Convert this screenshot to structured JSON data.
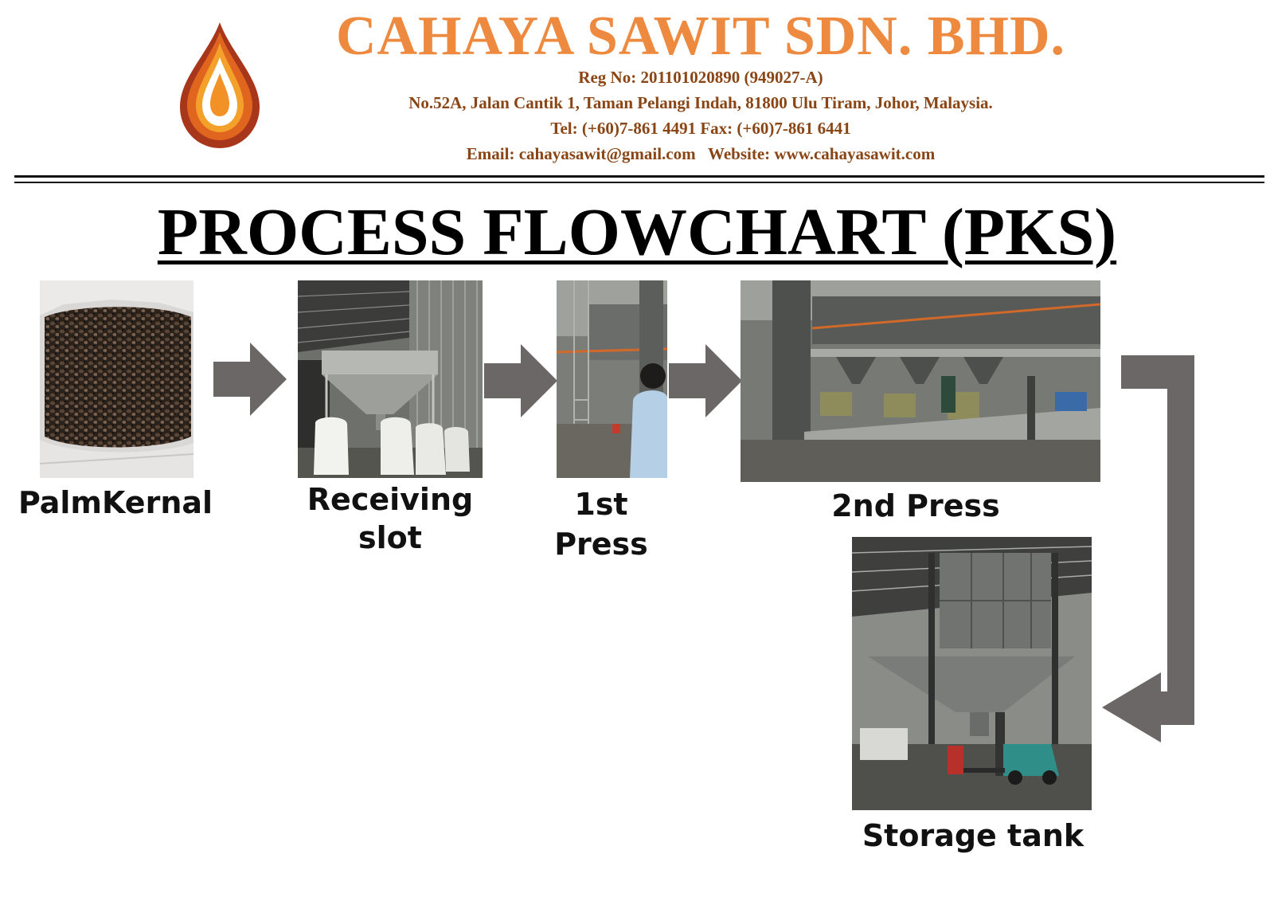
{
  "header": {
    "company_name": "CAHAYA SAWIT SDN. BHD.",
    "reg_no": "Reg No: 201101020890 (949027-A)",
    "address": "No.52A, Jalan Cantik 1, Taman Pelangi Indah, 81800 Ulu Tiram, Johor, Malaysia.",
    "phone_fax": "Tel: (+60)7-861 4491 Fax: (+60)7-861 6441",
    "email_website": "Email: cahayasawit@gmail.com   Website: www.cahayasawit.com",
    "brand_color": "#ee8a3f",
    "info_color": "#8a4514"
  },
  "title": "PROCESS FLOWCHART (PKS)",
  "steps": [
    {
      "label": "PalmKernal"
    },
    {
      "label": "Receiving slot"
    },
    {
      "label": "1st Press"
    },
    {
      "label": "2nd Press"
    },
    {
      "label": "Storage tank"
    }
  ],
  "arrow_color": "#6a6766"
}
